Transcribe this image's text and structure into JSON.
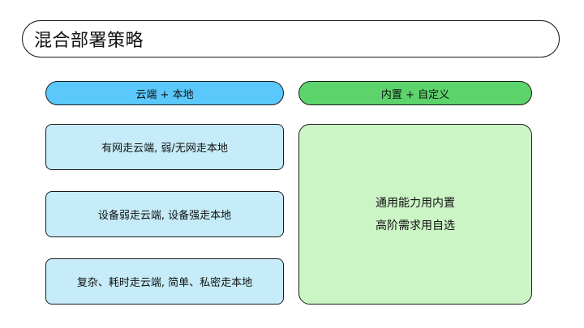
{
  "title": "混合部署策略",
  "colors": {
    "left_header_fill": "#5ac8fa",
    "right_header_fill": "#5cd36b",
    "left_box_fill": "#c5ecf8",
    "right_box_fill": "#ccf5c6",
    "stroke": "#1a1a1a"
  },
  "left_column": {
    "header": "云端 + 本地",
    "items": [
      "有网走云端, 弱/无网走本地",
      "设备弱走云端, 设备强走本地",
      "复杂、耗时走云端, 简单、私密走本地"
    ]
  },
  "right_column": {
    "header": "内置 + 自定义",
    "lines": [
      "通用能力用内置",
      "高阶需求用自选"
    ]
  }
}
